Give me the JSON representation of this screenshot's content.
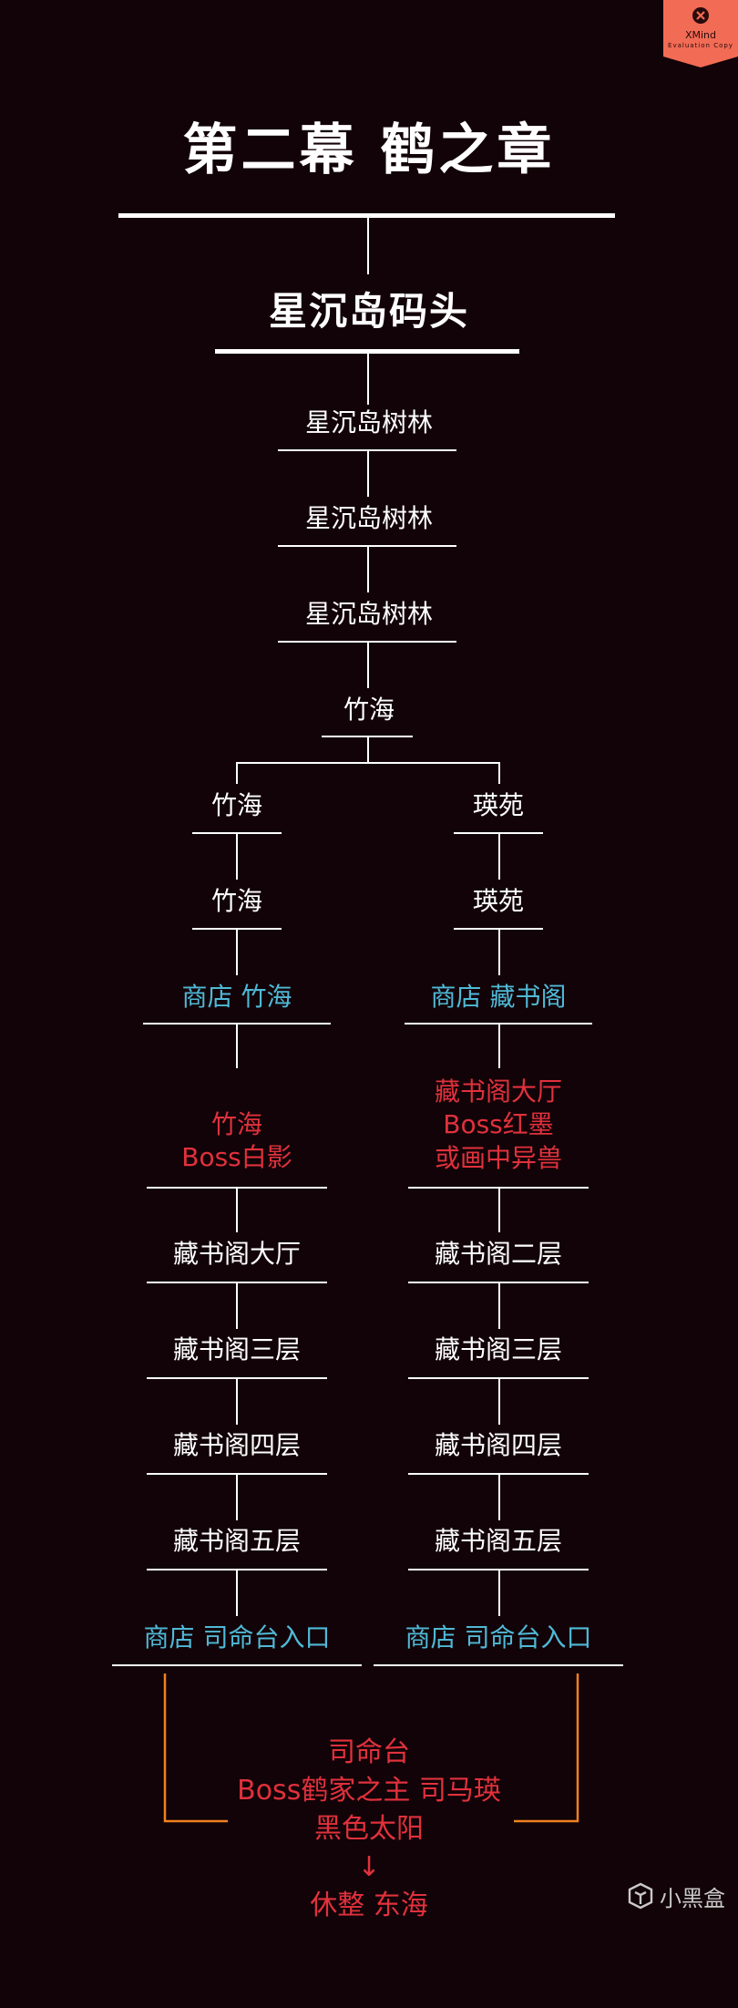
{
  "title": "第二幕 鹤之章",
  "subtitle": "星沉岛码头",
  "trunk": [
    "星沉岛树林",
    "星沉岛树林",
    "星沉岛树林",
    "竹海"
  ],
  "left_branch": {
    "nodes": [
      "竹海",
      "竹海"
    ],
    "shop": "商店 竹海",
    "boss": [
      "竹海",
      "Boss白影"
    ],
    "floors": [
      "藏书阁大厅",
      "藏书阁三层",
      "藏书阁四层",
      "藏书阁五层"
    ],
    "final_shop": "商店 司命台入口"
  },
  "right_branch": {
    "nodes": [
      "瑛苑",
      "瑛苑"
    ],
    "shop": "商店 藏书阁",
    "boss": [
      "藏书阁大厅",
      "Boss红墨",
      "或画中异兽"
    ],
    "floors": [
      "藏书阁二层",
      "藏书阁三层",
      "藏书阁四层",
      "藏书阁五层"
    ],
    "final_shop": "商店 司命台入口"
  },
  "finale": {
    "lines": [
      "司命台",
      "Boss鹤家之主 司马瑛",
      "黑色太阳"
    ],
    "arrow": "↓",
    "rest": "休整 东海"
  },
  "badge": {
    "brand": "XMind",
    "note": "Evaluation Copy"
  },
  "logo": {
    "name": "小黑盒"
  },
  "colors": {
    "background": "#120308",
    "line": "#ffffff",
    "shop": "#4fb9d6",
    "boss": "#e0313c",
    "bracket": "#f0821e",
    "badge": "#f26b55"
  }
}
